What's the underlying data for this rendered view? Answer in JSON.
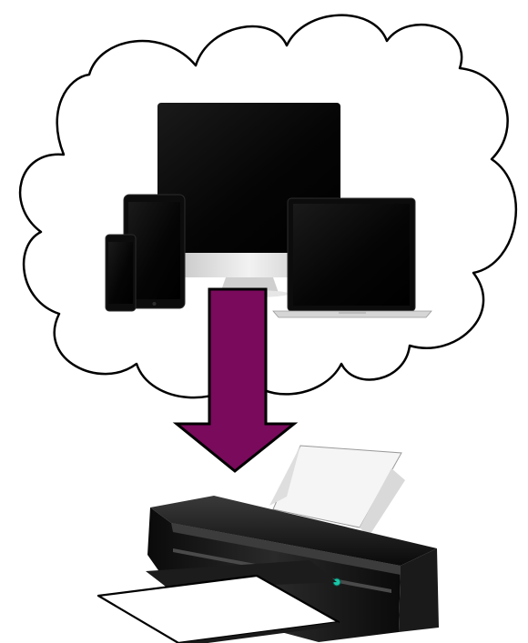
{
  "diagram": {
    "nodes": [
      {
        "id": "cloud",
        "kind": "cloud-outline"
      },
      {
        "id": "devices",
        "kind": "device-group",
        "items": [
          "desktop-monitor",
          "tablet",
          "smartphone",
          "laptop"
        ]
      },
      {
        "id": "printer",
        "kind": "printer"
      }
    ],
    "edges": [
      {
        "from": "cloud",
        "to": "printer",
        "style": "block-arrow-down"
      }
    ]
  },
  "colors": {
    "cloud_stroke": "#000000",
    "arrow_fill": "#7a0a5c",
    "arrow_stroke": "#000000",
    "device_body": "#0b0b0b",
    "monitor_stand": "#d8d8d8",
    "paper": "#ffffff",
    "printer_body": "#121212",
    "printer_light": "#19c6a8"
  }
}
